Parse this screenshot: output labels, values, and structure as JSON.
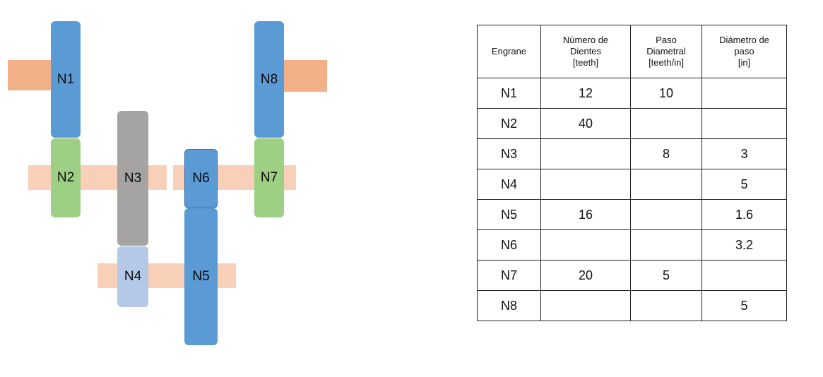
{
  "diagram": {
    "gears": {
      "n1": "N1",
      "n2": "N2",
      "n3": "N3",
      "n4": "N4",
      "n5": "N5",
      "n6": "N6",
      "n7": "N7",
      "n8": "N8"
    }
  },
  "table": {
    "headers": [
      "Engrane",
      "Número de\nDientes\n[teeth]",
      "Paso\nDiametral\n[teeth/in]",
      "Diámetro de\npaso\n[in]"
    ],
    "rows": [
      [
        "N1",
        "12",
        "10",
        ""
      ],
      [
        "N2",
        "40",
        "",
        ""
      ],
      [
        "N3",
        "",
        "8",
        "3"
      ],
      [
        "N4",
        "",
        "",
        "5"
      ],
      [
        "N5",
        "16",
        "",
        "1.6"
      ],
      [
        "N6",
        "",
        "",
        "3.2"
      ],
      [
        "N7",
        "20",
        "5",
        ""
      ],
      [
        "N8",
        "",
        "",
        "5"
      ]
    ]
  },
  "colors": {
    "gear_blue": "#5b9bd5",
    "gear_green": "#9dcf85",
    "gear_gray": "#a6a3a3",
    "gear_light_blue": "#b5c8e8",
    "shaft_dark": "#f2b088",
    "shaft_light": "#f8d0b8"
  }
}
